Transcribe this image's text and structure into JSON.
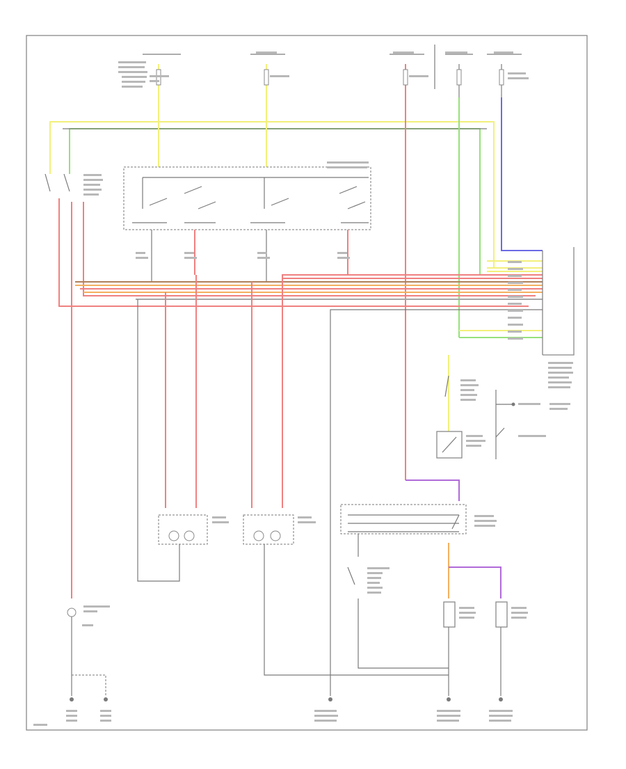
{
  "diagram": {
    "type": "wiring-schematic",
    "legible_text": [],
    "wire_colors": {
      "red": "#f08080",
      "yellow": "#f2f07a",
      "green": "#96e07a",
      "orange": "#f4b060",
      "blue": "#6a6ae6",
      "purple": "#b06ad8",
      "brown": "#b0805a",
      "gray": "#a8a8a8",
      "black": "#7a7a7a"
    },
    "components": [
      "fuse-1",
      "fuse-2",
      "fuse-3",
      "fuse-4",
      "fuse-5",
      "light-control-switch",
      "dimmer-switch",
      "daytime-running-light-relay",
      "left-headlight",
      "right-headlight",
      "parking-brake-switch",
      "brake-fluid-switch",
      "light-retainer-relay",
      "left-front-light",
      "right-front-light",
      "dimmer-switch-lower",
      "generator",
      "ground-1",
      "ground-2",
      "ground-3",
      "ground-4",
      "ground-5"
    ]
  }
}
